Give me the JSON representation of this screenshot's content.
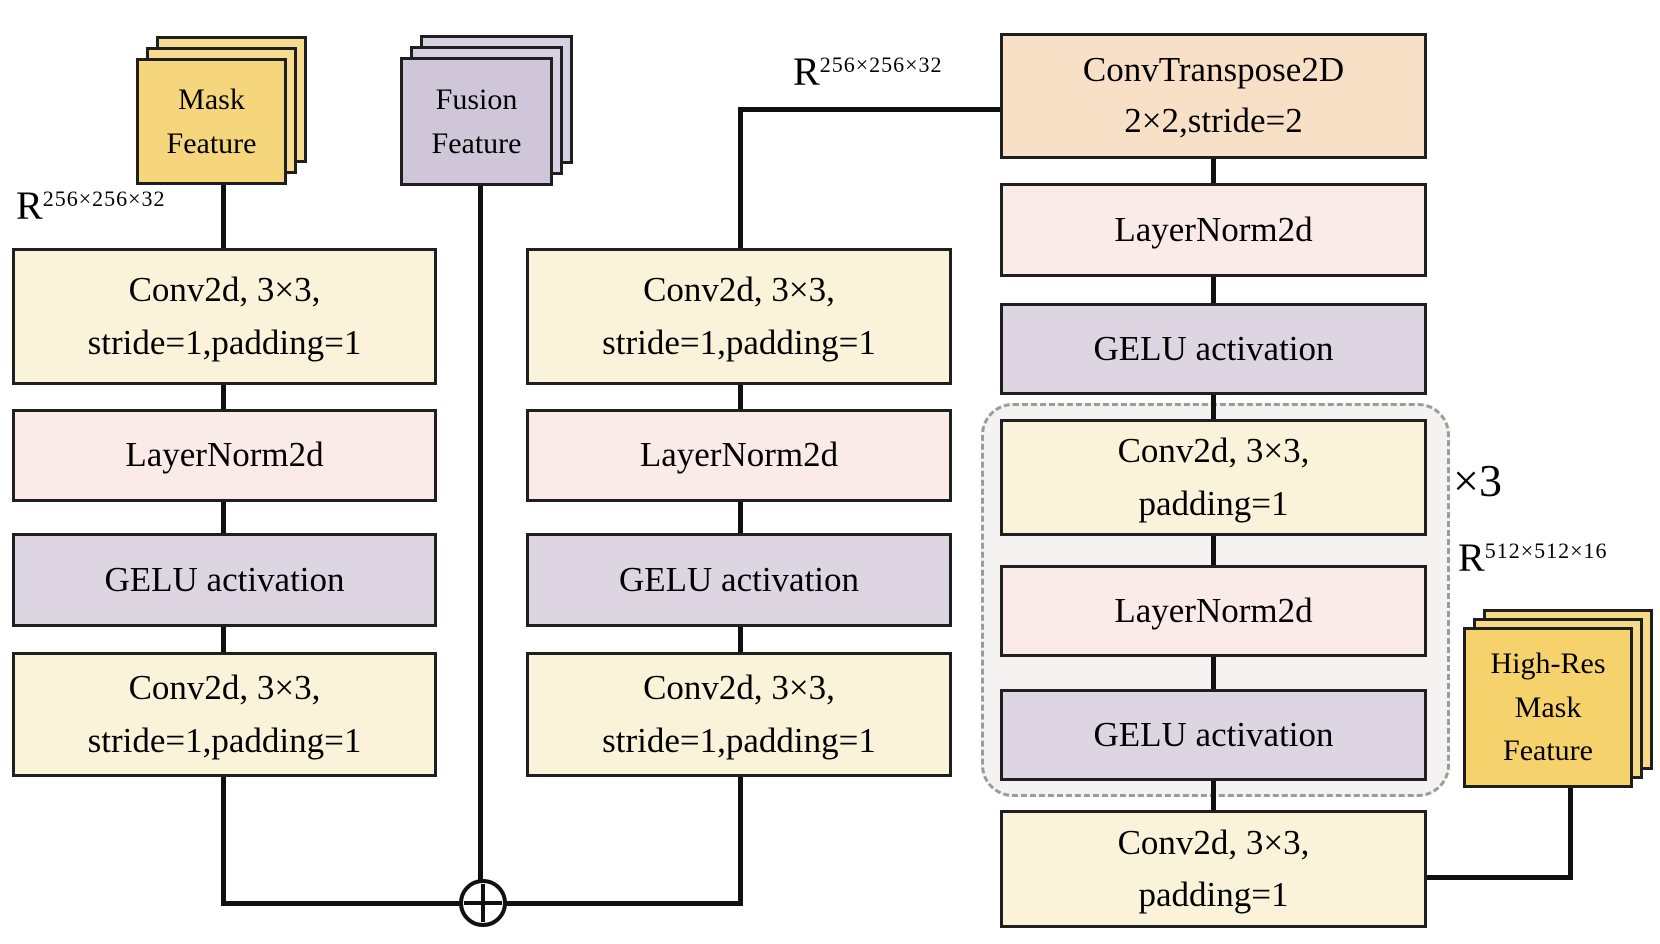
{
  "figure": {
    "mask_feature": {
      "label": "Mask\nFeature"
    },
    "fusion_feature": {
      "label": "Fusion\nFeature"
    },
    "high_res_mask_feature": {
      "label": "High-Res\nMask\nFeature"
    },
    "annotations": {
      "input_dim": {
        "base": "R",
        "sup": "256×256×32"
      },
      "mid_dim": {
        "base": "R",
        "sup": "256×256×32"
      },
      "output_dim": {
        "base": "R",
        "sup": "512×512×16"
      },
      "repeat_count": "×3",
      "merge_symbol": "⊕"
    },
    "left_branch": {
      "boxes": [
        {
          "label": "Conv2d, 3×3,\nstride=1,padding=1"
        },
        {
          "label": "LayerNorm2d"
        },
        {
          "label": "GELU activation"
        },
        {
          "label": "Conv2d, 3×3,\nstride=1,padding=1"
        }
      ]
    },
    "middle_branch": {
      "boxes": [
        {
          "label": "Conv2d, 3×3,\nstride=1,padding=1"
        },
        {
          "label": "LayerNorm2d"
        },
        {
          "label": "GELU activation"
        },
        {
          "label": "Conv2d, 3×3,\nstride=1,padding=1"
        }
      ]
    },
    "right_branch": {
      "boxes": [
        {
          "label": "ConvTranspose2D\n2×2,stride=2"
        },
        {
          "label": "LayerNorm2d"
        },
        {
          "label": "GELU activation"
        },
        {
          "label": "Conv2d, 3×3,\npadding=1"
        },
        {
          "label": "LayerNorm2d"
        },
        {
          "label": "GELU activation"
        },
        {
          "label": "Conv2d, 3×3,\npadding=1"
        }
      ]
    },
    "palette": {
      "conv_box": "#faf3da",
      "layernorm_box": "#faeae8",
      "gelu_box": "#ddd5e1",
      "convtranspose_box": "#f8e0c7",
      "mask_card": "#f6d67c",
      "fusion_card": "#cfc6da",
      "high_res_card": "#f5d26b",
      "repeat_group_fill": "#f4f3f1",
      "line": "#101010"
    }
  }
}
